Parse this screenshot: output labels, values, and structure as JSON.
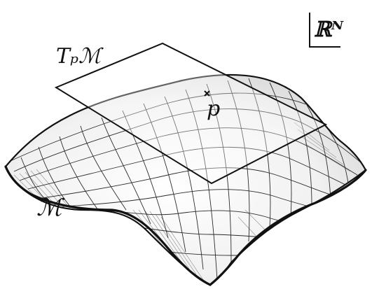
{
  "labels": {
    "ambient_space": "ℝᴺ",
    "tangent_plane": "Tₚℳ",
    "manifold": "ℳ",
    "point": "p"
  },
  "colors": {
    "ink": "#111111",
    "grid": "#2b2b2b",
    "shading": "#9a9a9a",
    "background": "#ffffff"
  }
}
